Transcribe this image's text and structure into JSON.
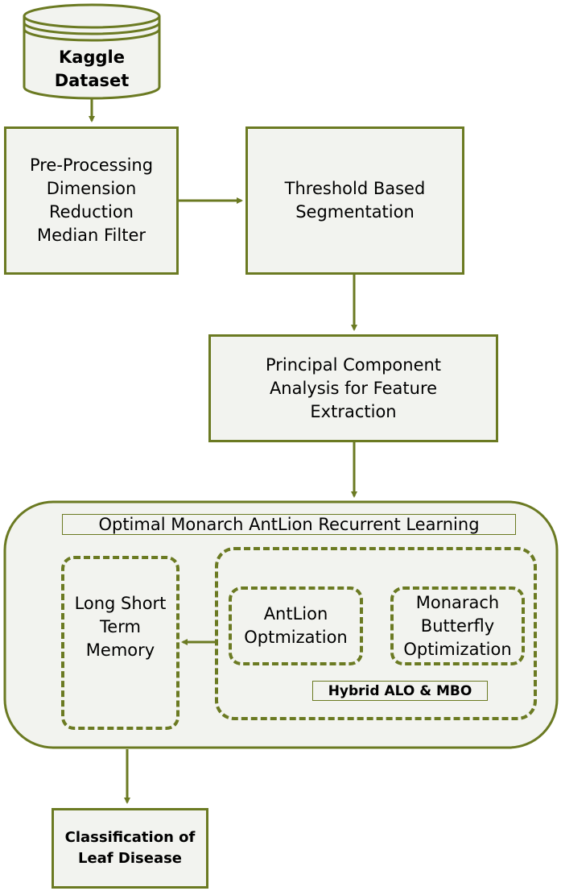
{
  "diagram": {
    "dataset": {
      "lines": [
        "Kaggle",
        "Dataset"
      ]
    },
    "preprocessing": {
      "lines": [
        "Pre-Processing",
        "Dimension",
        "Reduction",
        "Median Filter"
      ]
    },
    "segmentation": {
      "lines": [
        "Threshold Based",
        "Segmentation"
      ]
    },
    "pca": {
      "lines": [
        "Principal Component",
        "Analysis for Feature",
        "Extraction"
      ]
    },
    "omarl": {
      "title": "Optimal Monarch AntLion Recurrent Learning",
      "lstm": {
        "lines": [
          "Long Short",
          "Term",
          "Memory"
        ]
      },
      "antlion": {
        "lines": [
          "AntLion",
          "Optmization"
        ]
      },
      "monarch": {
        "lines": [
          "Monarach",
          "Butterfly",
          "Optimization"
        ]
      },
      "hybrid_label": "Hybrid ALO & MBO"
    },
    "classification": {
      "lines": [
        "Classification of",
        "Leaf Disease"
      ]
    }
  },
  "colors": {
    "stroke": "#6b7a22",
    "fill": "#f2f3ef"
  }
}
